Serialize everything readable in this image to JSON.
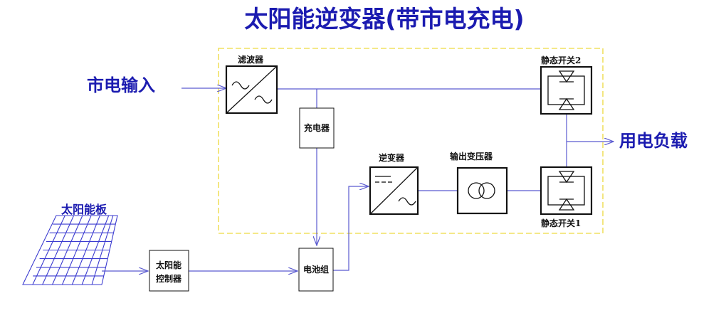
{
  "title": "太阳能逆变器(带市电充电)",
  "labels": {
    "mains_input": "市电输入",
    "load": "用电负载",
    "solar_panel": "太阳能板",
    "filter": "滤波器",
    "charger": "充电器",
    "inverter": "逆变器",
    "output_transformer": "输出变压器",
    "static_switch_2": "静态开关2",
    "static_switch_1": "静态开关1",
    "solar_controller_line1": "太阳能",
    "solar_controller_line2": "控制器",
    "battery": "电池组"
  },
  "colors": {
    "title": "#1b1bb0",
    "wire": "#5a5ad0",
    "dashed_border": "#f0e060",
    "panel_grid": "#3b3bd0",
    "block_outline": "#111111"
  },
  "icons": {
    "filter": "filter-symbol-icon",
    "inverter": "dc-ac-inverter-icon",
    "transformer": "transformer-icon",
    "static_switch": "thyristor-switch-icon",
    "solar_panel": "solar-panel-icon"
  }
}
